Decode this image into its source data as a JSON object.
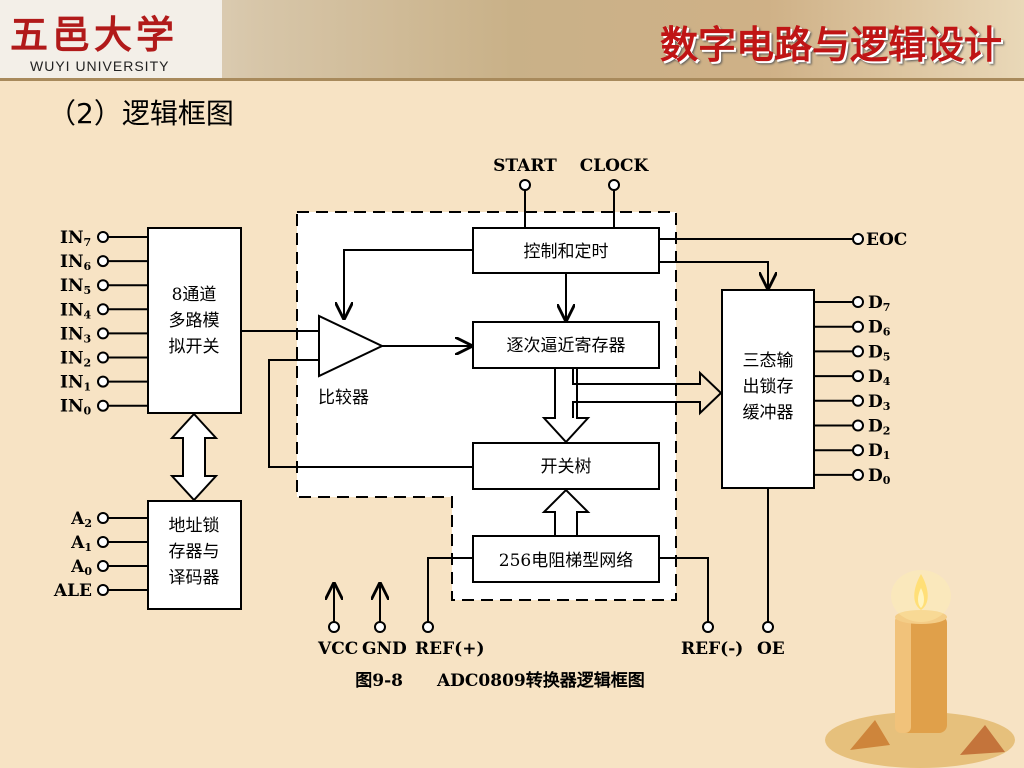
{
  "header": {
    "logo_cn": "五邑大学",
    "logo_en": "WUYI UNIVERSITY",
    "title": "数字电路与逻辑设计"
  },
  "subtitle": "（2）逻辑框图",
  "diagram": {
    "top_signals": {
      "start": "START",
      "clock": "CLOCK"
    },
    "inputs": [
      "IN7",
      "IN6",
      "IN5",
      "IN4",
      "IN3",
      "IN2",
      "IN1",
      "IN0"
    ],
    "mux_lines": [
      "8通道",
      "多路模",
      "拟开关"
    ],
    "address_inputs": [
      "A2",
      "A1",
      "A0",
      "ALE"
    ],
    "latch_lines": [
      "地址锁",
      "存器与",
      "译码器"
    ],
    "control_timing": "控制和定时",
    "sar": "逐次逼近寄存器",
    "comparator": "比较器",
    "switch_tree": "开关树",
    "ladder": "256电阻梯型网络",
    "output_buffer_lines": [
      "三态输",
      "出锁存",
      "缓冲器"
    ],
    "eoc": "EOC",
    "outputs": [
      "D7",
      "D6",
      "D5",
      "D4",
      "D3",
      "D2",
      "D1",
      "D0"
    ],
    "bottom_pins": {
      "vcc": "VCC",
      "gnd": "GND",
      "ref_plus": "REF(+)",
      "ref_minus": "REF(-)",
      "oe": "OE"
    },
    "caption": "图9-8　　ADC0809转换器逻辑框图"
  },
  "colors": {
    "title_red": "#c01515",
    "background": "#f7e3c4",
    "line": "#000000"
  }
}
